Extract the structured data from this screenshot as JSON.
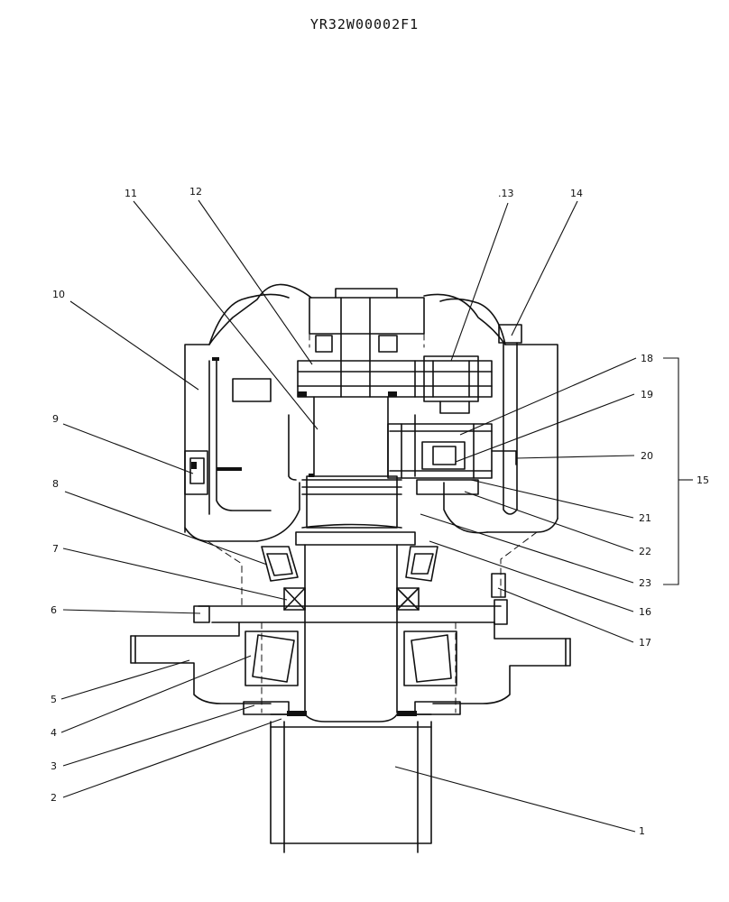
{
  "title": "YR32W00002F1",
  "callouts": [
    "1",
    "2",
    "3",
    "4",
    "5",
    "6",
    "7",
    "8",
    "9",
    "10",
    "11",
    "12",
    ".13",
    "14",
    "15",
    "16",
    "17",
    "18",
    "19",
    "20",
    "21",
    "22",
    "23"
  ]
}
